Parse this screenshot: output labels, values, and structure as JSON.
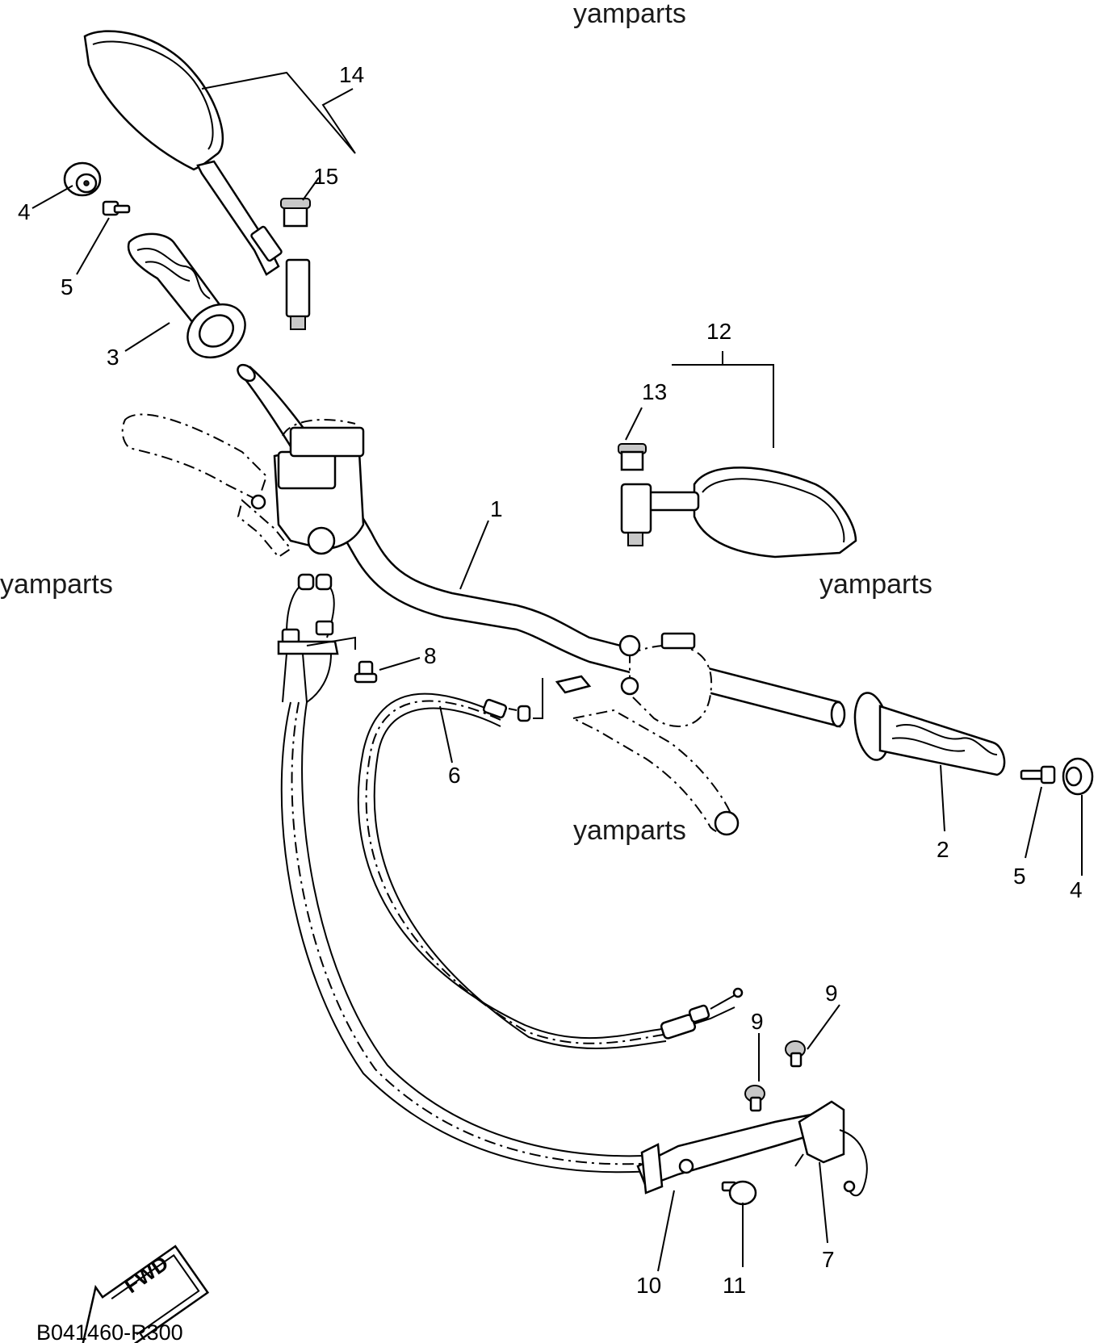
{
  "watermarks": [
    "yamparts",
    "yamparts",
    "yamparts",
    "yamparts"
  ],
  "diagram_code": "B041460-R300",
  "fwd_label": "FWD",
  "callouts": {
    "c1": "1",
    "c2": "2",
    "c3": "3",
    "c4a": "4",
    "c4b": "4",
    "c5a": "5",
    "c5b": "5",
    "c6": "6",
    "c7": "7",
    "c8": "8",
    "c9a": "9",
    "c9b": "9",
    "c10": "10",
    "c11": "11",
    "c12": "12",
    "c13": "13",
    "c14": "14",
    "c15": "15"
  }
}
